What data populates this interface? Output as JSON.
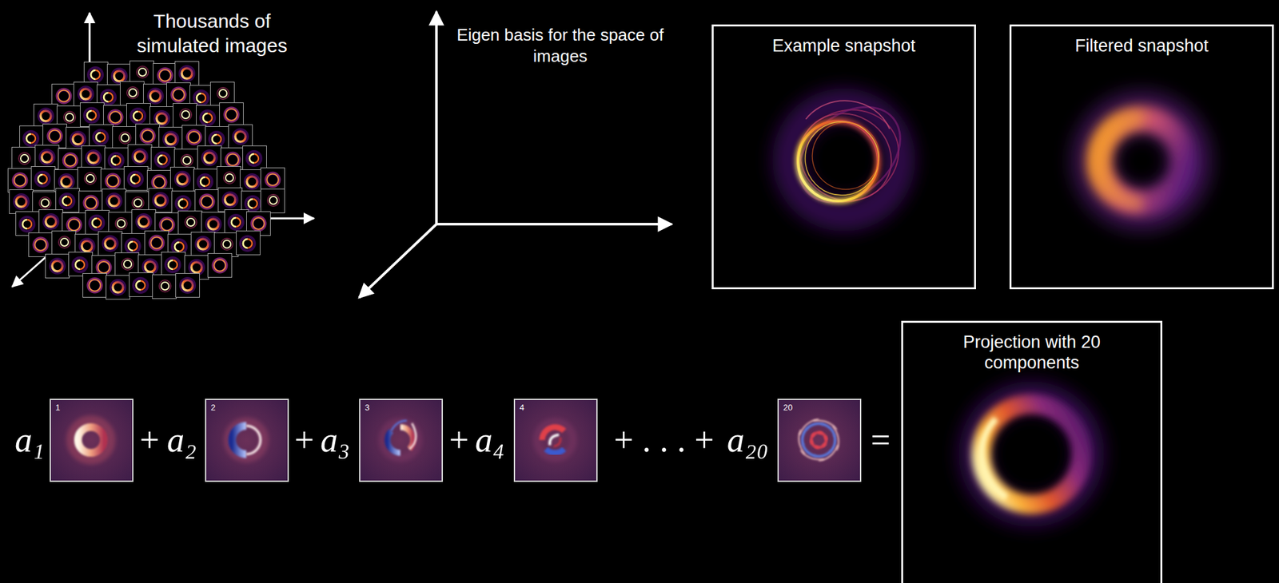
{
  "diagram": {
    "nodes": [
      {
        "text": [
          "Example snapshot"
        ]
      },
      {
        "text": [
          "Filtered snapshot"
        ]
      },
      {
        "text": [
          "1"
        ]
      },
      {
        "text": [
          "2"
        ]
      },
      {
        "text": [
          "3"
        ]
      },
      {
        "text": [
          "4"
        ]
      },
      {
        "text": [
          "20"
        ]
      },
      {
        "text": [
          "Projection with 20 components"
        ]
      }
    ],
    "labels": [
      "Thousands of simulated images",
      "Eigen basis for the space of images",
      "a₁",
      "+",
      "a₂",
      "+",
      "a₃",
      "+",
      "a₄",
      "+ . . . +",
      "a₂₀",
      "="
    ]
  }
}
